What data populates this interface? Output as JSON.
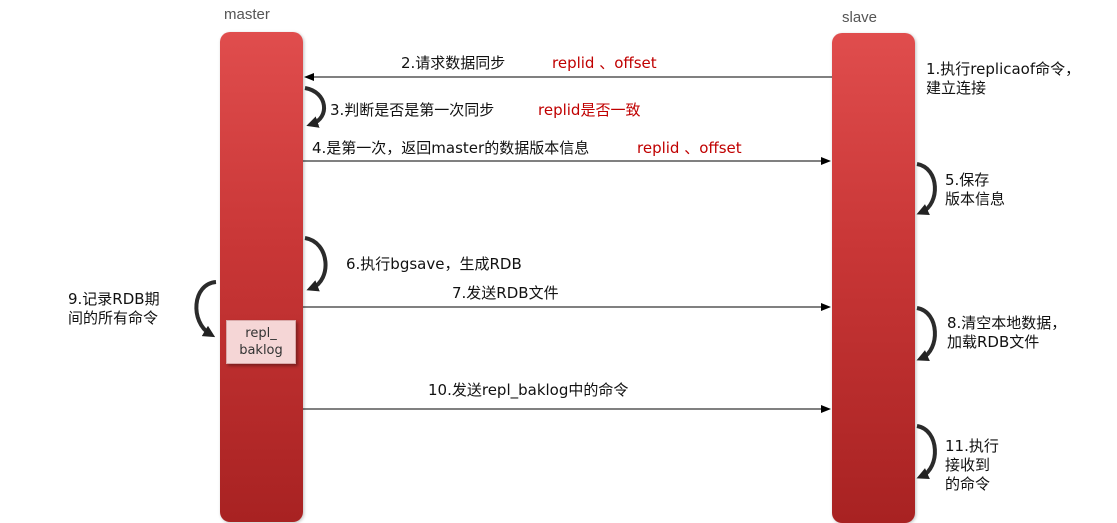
{
  "master_label": "master",
  "slave_label": "slave",
  "buffer_label": "repl_\nbaklog",
  "steps": {
    "s1": "1.执行replicaof命令，\n建立连接",
    "s2": "2.请求数据同步",
    "s2_red": "replid 、offset",
    "s3": "3.判断是否是第一次同步",
    "s3_red": "replid是否一致",
    "s4": "4.是第一次，返回master的数据版本信息",
    "s4_red": "replid 、offset",
    "s5": "5.保存\n版本信息",
    "s6": "6.执行bgsave，生成RDB",
    "s7": "7.发送RDB文件",
    "s8": "8.清空本地数据，\n加载RDB文件",
    "s9": "9.记录RDB期\n间的所有命令",
    "s10": "10.发送repl_baklog中的命令",
    "s11": "11.执行\n接收到\n的命令"
  },
  "colors": {
    "bar_top": "#e04d4d",
    "bar_bottom": "#a82222",
    "accent_text": "#c00000",
    "buffer_fill": "#f5d6d6"
  }
}
